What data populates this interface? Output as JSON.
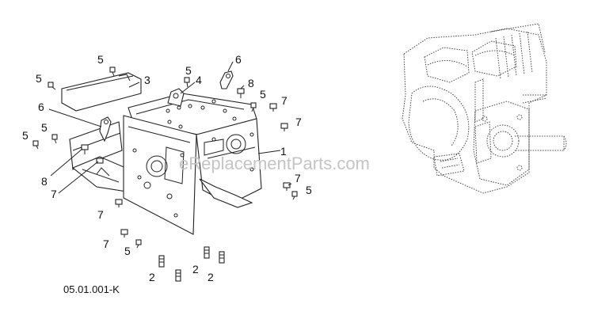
{
  "diagram": {
    "document_code": "05.01.001-K",
    "watermark": "eReplacementParts.com",
    "callouts": [
      {
        "id": "c-1",
        "label": "1"
      },
      {
        "id": "c-3",
        "label": "3"
      },
      {
        "id": "c-4",
        "label": "4"
      },
      {
        "id": "c-5a",
        "label": "5"
      },
      {
        "id": "c-5b",
        "label": "5"
      },
      {
        "id": "c-5c",
        "label": "5"
      },
      {
        "id": "c-5d",
        "label": "5"
      },
      {
        "id": "c-5e",
        "label": "5"
      },
      {
        "id": "c-5f",
        "label": "5"
      },
      {
        "id": "c-5g",
        "label": "5"
      },
      {
        "id": "c-5h",
        "label": "5"
      },
      {
        "id": "c-6a",
        "label": "6"
      },
      {
        "id": "c-6b",
        "label": "6"
      },
      {
        "id": "c-7a",
        "label": "7"
      },
      {
        "id": "c-7b",
        "label": "7"
      },
      {
        "id": "c-7c",
        "label": "7"
      },
      {
        "id": "c-7d",
        "label": "7"
      },
      {
        "id": "c-7e",
        "label": "7"
      },
      {
        "id": "c-7f",
        "label": "7"
      },
      {
        "id": "c-8a",
        "label": "8"
      },
      {
        "id": "c-8b",
        "label": "8"
      },
      {
        "id": "c-2a",
        "label": "2"
      },
      {
        "id": "c-2b",
        "label": "2"
      },
      {
        "id": "c-2c",
        "label": "2"
      }
    ]
  }
}
